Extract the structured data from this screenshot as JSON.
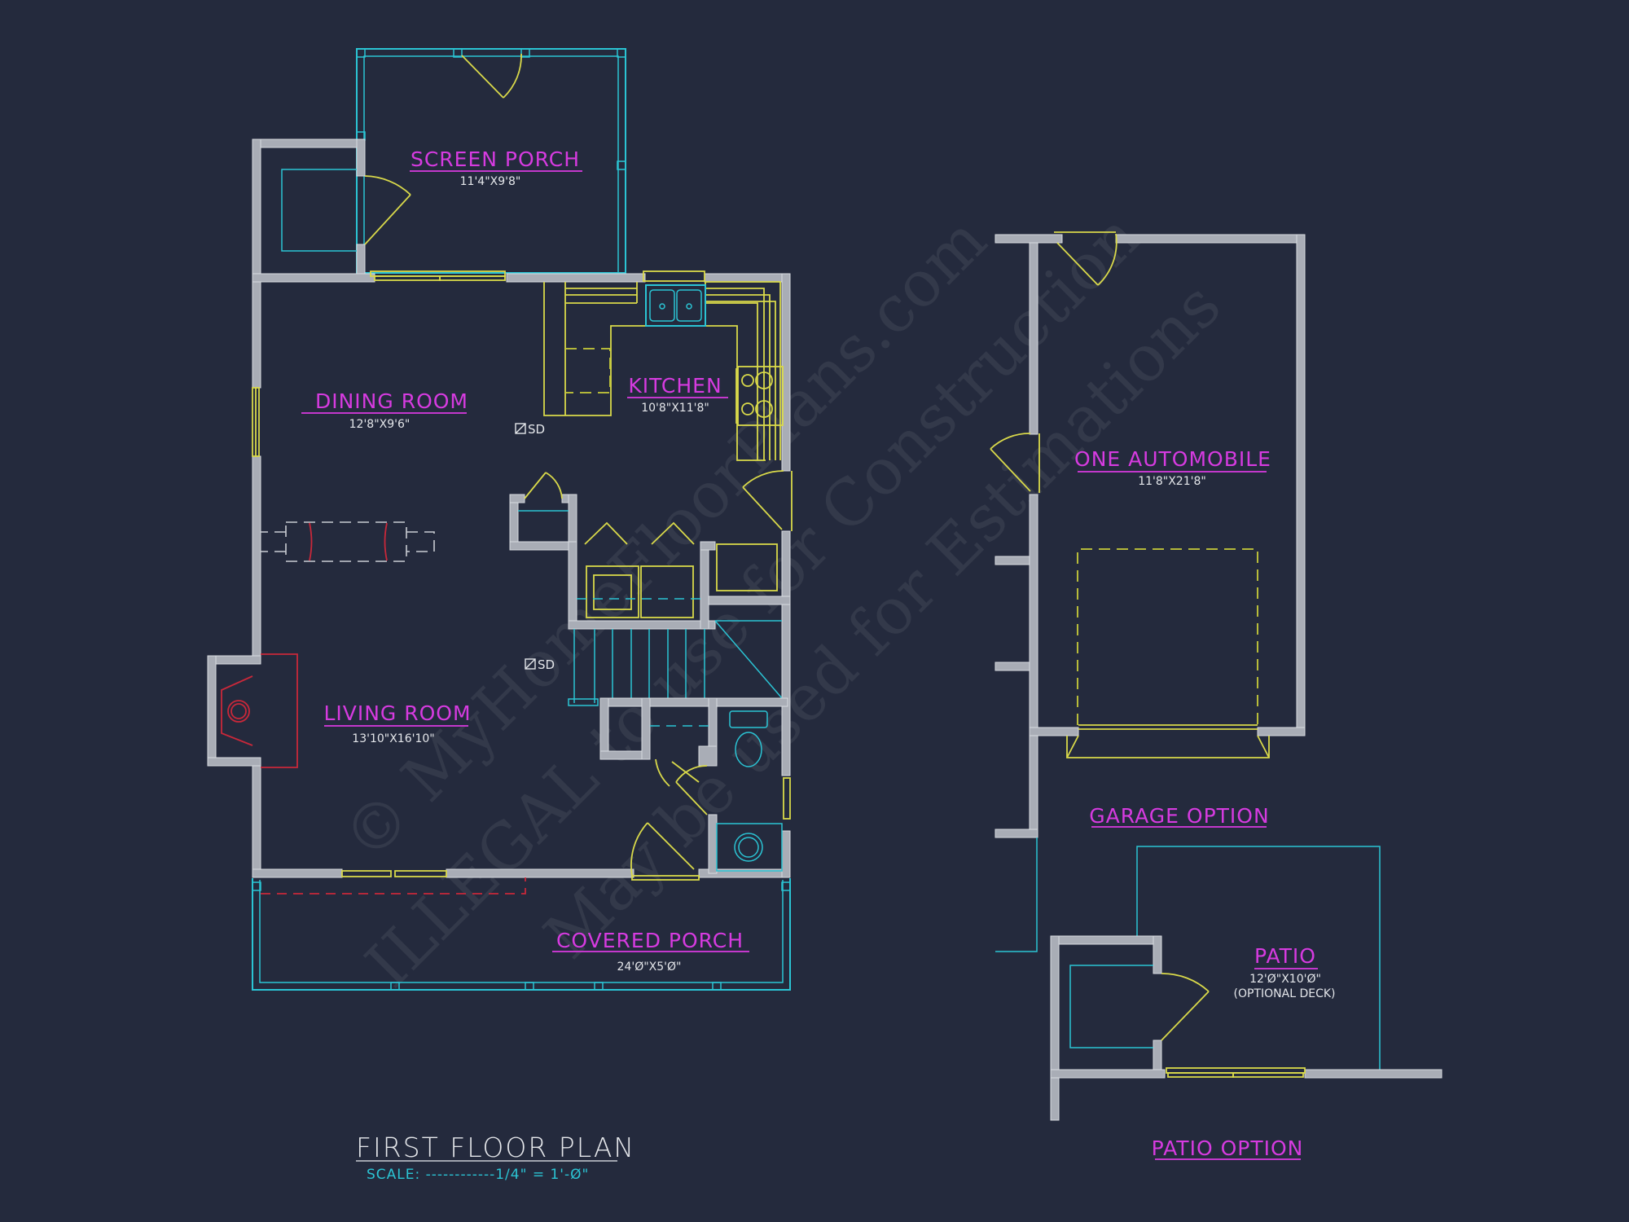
{
  "drawing": {
    "background": "#242a3d",
    "colors": {
      "wall": "#a9adb6",
      "room_label": "#d63be0",
      "dimension_text": "#e4e6ea",
      "porch_lines": "#2bc4d4",
      "fixtures_doors": "#d9d94a",
      "fireplace": "#c8283a"
    }
  },
  "first_floor": {
    "title": "FIRST FLOOR PLAN",
    "scale": "SCALE: ------------1/4\" = 1'-Ø\"",
    "rooms": [
      {
        "name": "SCREEN PORCH",
        "dims": "11'4\"X9'8\""
      },
      {
        "name": "DINING ROOM",
        "dims": "12'8\"X9'6\""
      },
      {
        "name": "KITCHEN",
        "dims": "10'8\"X11'8\""
      },
      {
        "name": "LIVING ROOM",
        "dims": "13'10\"X16'10\""
      },
      {
        "name": "COVERED PORCH",
        "dims": "24'Ø\"X5'Ø\""
      }
    ],
    "smoke_detectors": [
      "SD",
      "SD"
    ]
  },
  "garage_option": {
    "label": "GARAGE OPTION",
    "room": {
      "name": "ONE AUTOMOBILE",
      "dims": "11'8\"X21'8\""
    }
  },
  "patio_option": {
    "label": "PATIO OPTION",
    "room": {
      "name": "PATIO",
      "dims": "12'Ø\"X10'Ø\"",
      "note": "(OPTIONAL DECK)"
    }
  },
  "watermark": {
    "line1": "© MyHomeFloorPlans.com",
    "line2": "ILLEGAL to use for Construction",
    "line3": "May be used for Estimations"
  }
}
